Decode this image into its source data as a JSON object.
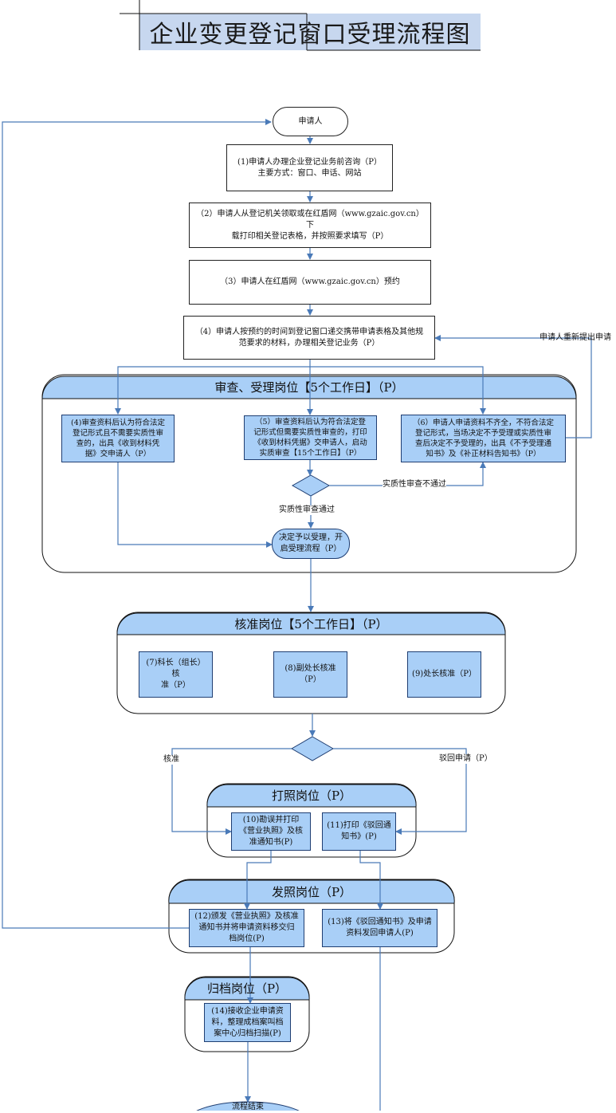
{
  "title": "企业变更登记窗口受理流程图",
  "nodes": {
    "applicant": "申请人",
    "step1": "(1)申请人办理企业登记业务前咨询（P）\n主要方式：窗口、申话、网站",
    "step2": "（2）申请人从登记机关领取或在红盾网（www.gzaic.gov.cn）下\n载打印相关登记表格，并按照要求填写（P）",
    "step3": "（3）申请人在红盾网（www.gzaic.gov.cn）预约",
    "step4": "（4）申请人按预约的时间到登记窗口递交携带申请表格及其他规\n范要求的材料，办理相关登记业务（P）",
    "review_a": "(4)审查资料后认为符合法定\n登记形式且不需要实质性审\n查的，出具《收到材料凭\n据》交申请人（P）",
    "review_5": "（5）审查资料后认为符合法定登\n记形式但需要实质性审查的，打印\n《收到材料凭据》交申请人，启动\n实质审查【15个工作日】（P）",
    "review_6": "（6）申请人申请资料不齐全，不符合法定\n登记形式，当场决定不予受理或实质性审\n查后决定不予受理的，出具《不予受理通\n知书》及《补正材料告知书》（P）",
    "accept": "决定予以受理，开\n启受理流程（P）",
    "approve7": "(7)科长（组长）核\n准（P）",
    "approve8": "(8)副处长核准\n（P）",
    "approve9": "(9)处长核准（P）",
    "print10": "(10)勘误并打印\n《营业执照》及核\n准通知书(P)",
    "print11": "(11)打印《驳回通\n知书》(P)",
    "issue12": "(12)颁发《营业执照》及核准\n通知书并将申请资料移交归\n档岗位(P)",
    "issue13": "(13)将《驳回通知书》及申请\n资料发回申请人(P)",
    "archive14": "(14)接收企业申请资\n料，整理成档案叫档\n案中心归档扫描(P)",
    "end": "流程结束"
  },
  "groups": {
    "review": "审查、受理岗位【5个工作日】（P）",
    "approval": "核准岗位【5个工作日】（P）",
    "printing": "打照岗位（P）",
    "issuing": "发照岗位（P）",
    "archive": "归档岗位（P）"
  },
  "labels": {
    "resubmit": "申请人重新提出申请",
    "not_pass": "实质性审查不通过",
    "pass": "实质性审查通过",
    "approve": "核准",
    "reject": "驳回申请（P）"
  },
  "colors": {
    "node_fill": "#a9cff7",
    "node_border": "#1f3e72",
    "arrow": "#4a7ab8",
    "title_bg": "#c7d7ef"
  }
}
